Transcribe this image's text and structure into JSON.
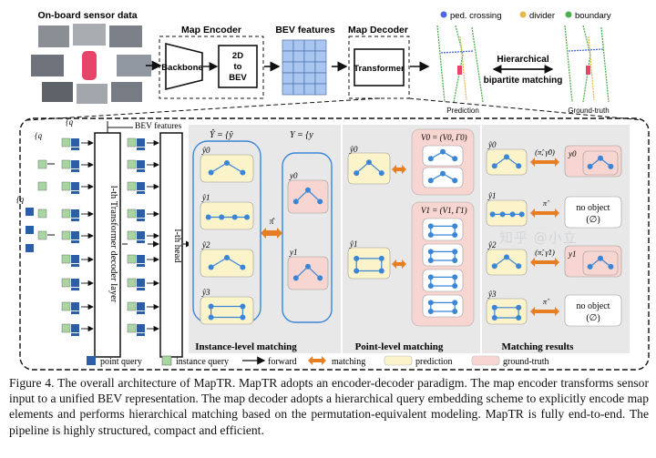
{
  "top": {
    "sensor_label": "On-board sensor data",
    "encoder_label": "Map Encoder",
    "backbone": "Backbone",
    "to_bev": [
      "2D",
      "to",
      "BEV"
    ],
    "bev_features_label": "BEV features",
    "decoder_label": "Map Decoder",
    "transformer": "Transformer",
    "hier_match": [
      "Hierarchical",
      "bipartite matching"
    ],
    "legend_map": [
      "ped. crossing",
      "divider",
      "boundary"
    ],
    "prediction": "Prediction",
    "ground_truth": "Ground-truth"
  },
  "bottom": {
    "bev_features": "BEV features",
    "q_ins": "{q",
    "q_hie": "{q",
    "q_pt": "{q",
    "decoder_layer": "l-th Transformer decoder layer",
    "head": "l-th head",
    "y_hat_set": "Ŷ = {ŷ",
    "y_set": "Y = {y",
    "instance_matching": "Instance-level matching",
    "point_matching": "Point-level matching",
    "matching_results": "Matching results",
    "pred_labels": [
      "ŷ",
      "ŷ",
      "ŷ",
      "ŷ"
    ],
    "gt_labels": [
      "y",
      "y"
    ],
    "pi_hat": "π̂",
    "gamma_hat_0": "γ̂",
    "v0": "V",
    "v1": "V",
    "results": [
      {
        "match": "(π̂, γ̂",
        "gt": "y"
      },
      {
        "match": "π̂",
        "gt": "no object (∅)"
      },
      {
        "match": "(π̂, γ̂",
        "gt": "y"
      },
      {
        "match": "π̂",
        "gt": "no object (∅)"
      }
    ]
  },
  "legend": {
    "point_query": "point query",
    "instance_query": "instance query",
    "forward": "forward",
    "matching": "matching",
    "prediction": "prediction",
    "ground_truth": "ground-truth"
  },
  "caption": "Figure 4. The overall architecture of MapTR. MapTR adopts an encoder-decoder paradigm. The map encoder transforms sensor input to a unified BEV representation. The map decoder adopts a hierarchical query embedding scheme to explicitly encode map elements and performs hierarchical matching based on the permutation-equivalent modeling. MapTR is fully end-to-end. The pipeline is highly structured, compact and efficient.",
  "watermark": "知乎 @小立",
  "colors": {
    "point_query": "#2c5ea8",
    "instance_query": "#a8d5a2",
    "matching_arrow": "#e67e22",
    "prediction_fill": "#fbf3c9",
    "gt_fill": "#f7d6d2",
    "panel_gray": "#e8e8e8",
    "node": "#3a85d6"
  }
}
